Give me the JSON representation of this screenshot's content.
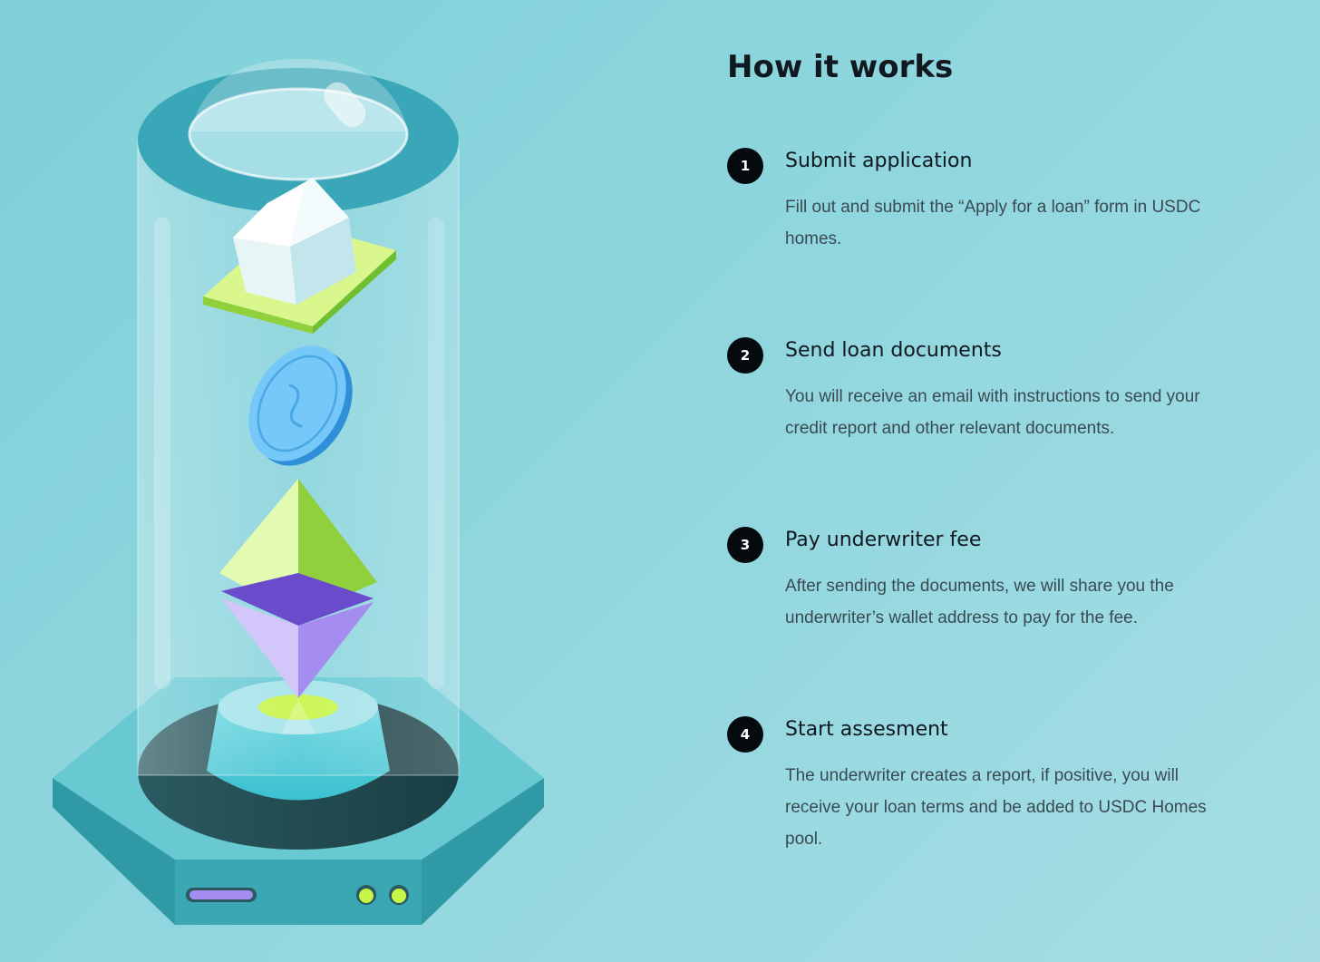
{
  "page": {
    "title": "How it works"
  },
  "steps": [
    {
      "number": "1",
      "title": "Submit application",
      "description": "Fill out and submit the “Apply for a loan” form in USDC homes."
    },
    {
      "number": "2",
      "title": "Send loan documents",
      "description": "You will receive an email with instructions to send your credit report and other relevant documents."
    },
    {
      "number": "3",
      "title": "Pay underwriter fee",
      "description": "After sending the documents, we will share you the underwriter’s wallet address to pay for the fee."
    },
    {
      "number": "4",
      "title": "Start assesment",
      "description": "The underwriter creates a report, if positive, you will receive your loan terms and be added to USDC Homes pool."
    }
  ],
  "illustration": {
    "icons": [
      "glass-capsule-icon",
      "house-icon",
      "usdc-coin-icon",
      "ethereum-icon",
      "hexagon-pedestal-icon"
    ],
    "colors": {
      "background": "#8fd6de",
      "lime": "#c8f54a",
      "coin": "#6cc4f5",
      "purple": "#a58cf0",
      "dark": "#1d4449"
    }
  }
}
